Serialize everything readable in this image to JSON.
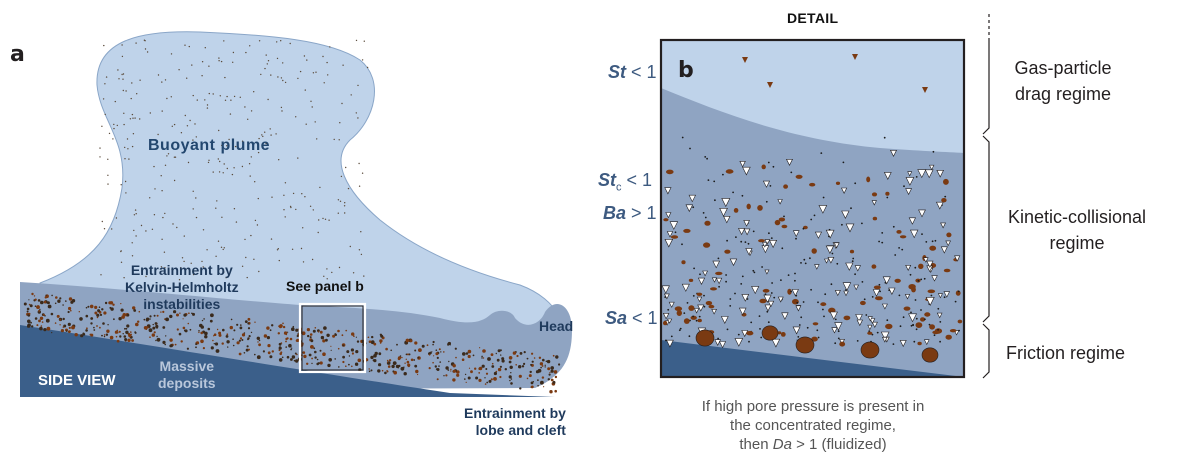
{
  "panel_a": {
    "letter": "a",
    "plume_label": "Buoyant plume",
    "kh_label": [
      "Entrainment by",
      "Kelvin-Helmholtz",
      "instabilities"
    ],
    "see_panel": "See panel b",
    "head_label": "Head",
    "side_view": "SIDE VIEW",
    "massive_label": [
      "Massive",
      "deposits"
    ],
    "lobe_label": [
      "Entrainment by",
      "lobe and cleft"
    ]
  },
  "panel_b": {
    "detail_title": "DETAIL",
    "letter": "b",
    "numbers": {
      "st_left": "St",
      "st_right": " < 1",
      "stc_left": "St",
      "stc_sub": "c",
      "stc_right": " < 1",
      "ba_left": "Ba",
      "ba_right": " > 1",
      "sa_left": "Sa",
      "sa_right": " < 1"
    },
    "regimes": {
      "drag": [
        "Gas-particle",
        "drag regime"
      ],
      "kinetic": [
        "Kinetic-collisional",
        "regime"
      ],
      "friction": "Friction regime"
    },
    "caption": {
      "line1": "If high pore pressure is present in",
      "line2": "the concentrated  regime,",
      "line3_pre": "then ",
      "line3_da": "Da",
      "line3_post": " > 1 (fluidized)"
    }
  },
  "colors": {
    "plume": "#bfd3ea",
    "current": "#8fa4c2",
    "deposit": "#3b5f8a",
    "clast": "#7a3a12",
    "ink": "#231f20"
  }
}
